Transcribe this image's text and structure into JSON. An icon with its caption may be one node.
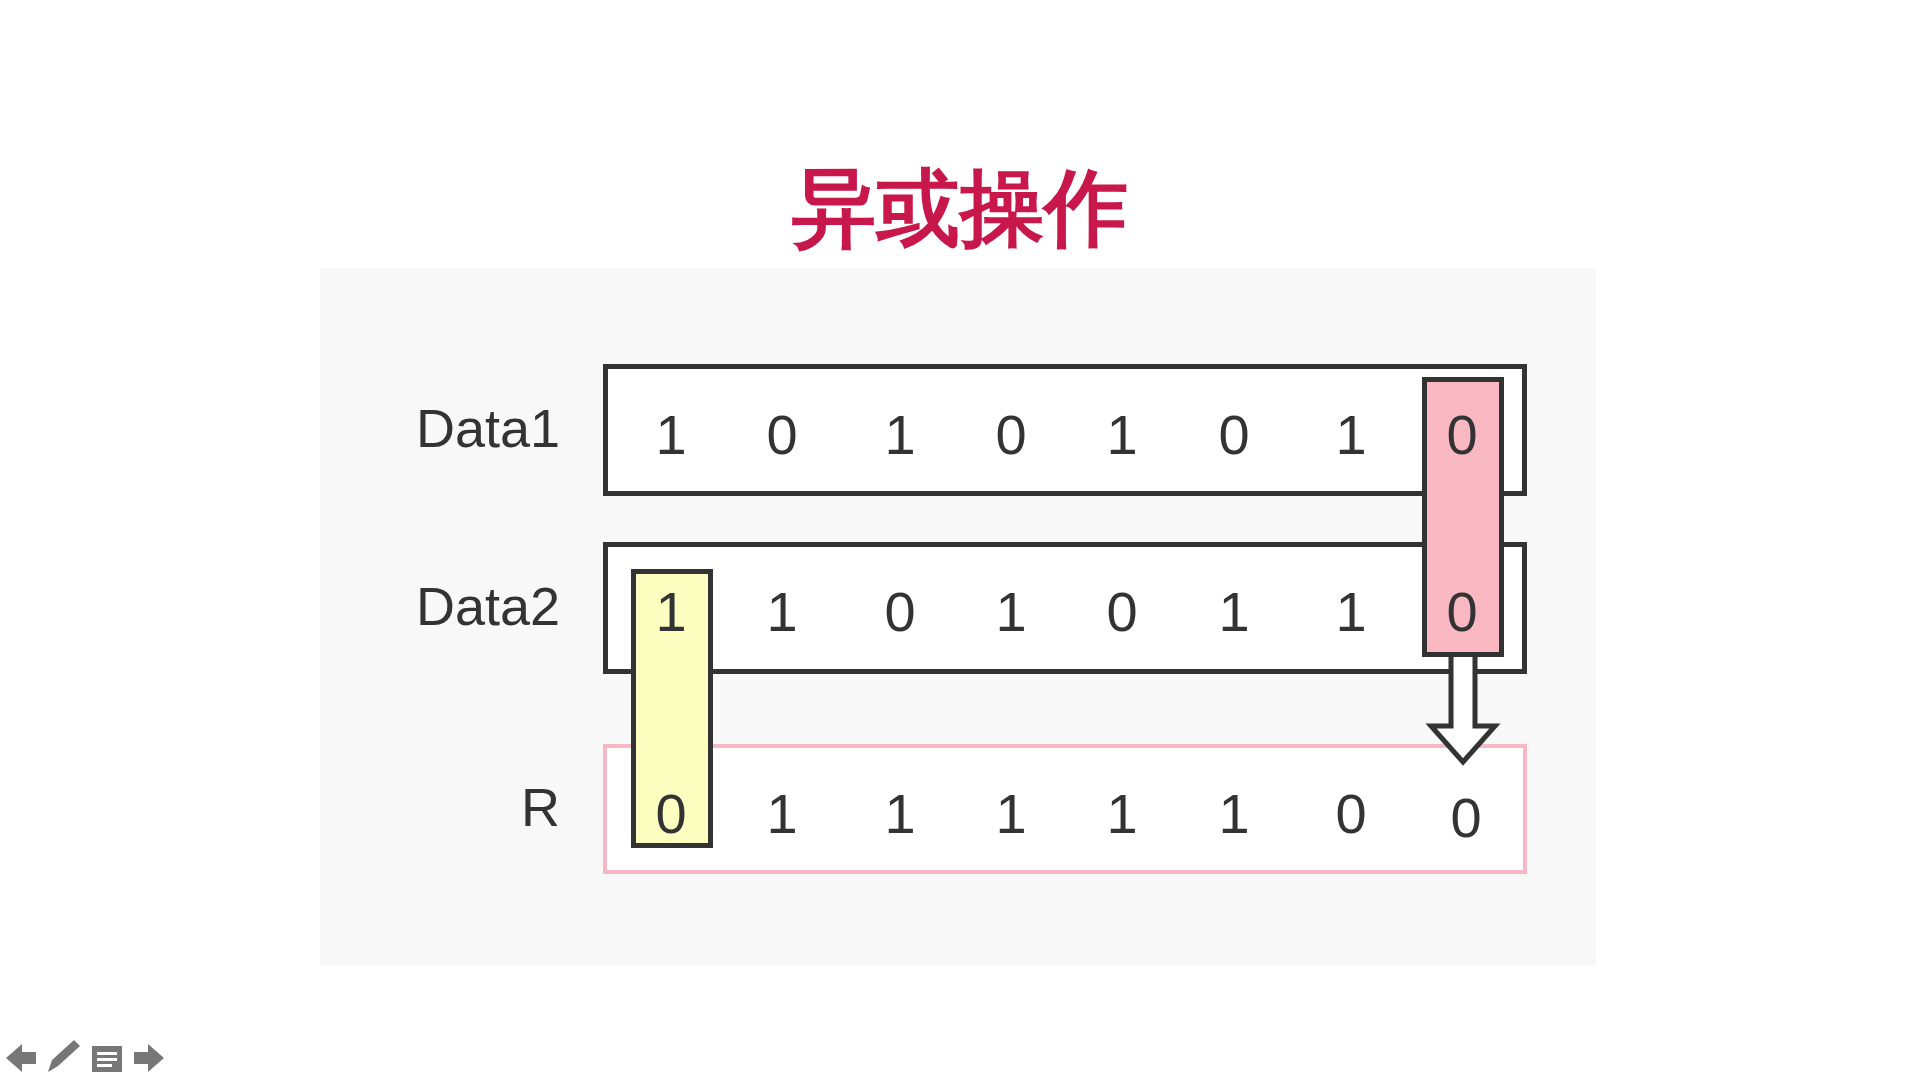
{
  "diagram": {
    "title": "异或操作",
    "nodes": [
      {
        "text": [
          "1",
          "0",
          "1",
          "0",
          "1",
          "0",
          "1"
        ],
        "beside": [
          "Data1"
        ]
      },
      {
        "text": [
          "1",
          "0",
          "1",
          "0",
          "1",
          "1"
        ],
        "beside": [
          "Data2"
        ]
      },
      {
        "text": [
          "1",
          "1",
          "1",
          "1",
          "1",
          "0"
        ],
        "beside": [
          "R"
        ]
      },
      {
        "text": [
          "0"
        ],
        "in": 2
      },
      {
        "text": [
          "0",
          "0"
        ]
      },
      {
        "text": [
          "1",
          "0"
        ]
      }
    ],
    "edges": [
      {
        "from": 4,
        "to": 3,
        "arrow": "to"
      }
    ]
  }
}
